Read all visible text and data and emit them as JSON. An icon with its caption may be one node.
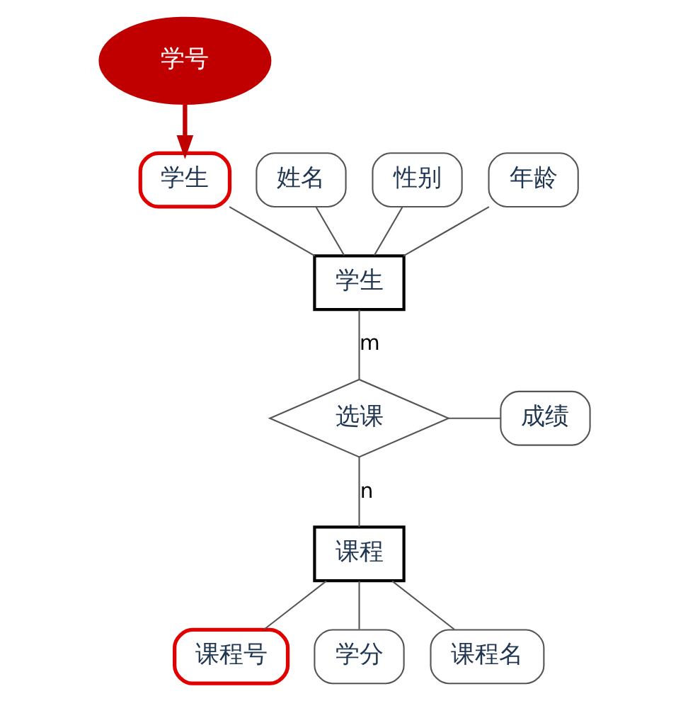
{
  "diagram": {
    "nodes": [
      {
        "text": [
          "学号"
        ]
      },
      {
        "text": [
          "学生"
        ]
      },
      {
        "text": [
          "姓名"
        ]
      },
      {
        "text": [
          "性别"
        ]
      },
      {
        "text": [
          "年龄"
        ]
      },
      {
        "text": [
          "学生"
        ]
      },
      {
        "text": [
          "选课"
        ]
      },
      {
        "text": [
          "成绩"
        ]
      },
      {
        "text": [
          "课程"
        ]
      },
      {
        "text": [
          "课程号"
        ]
      },
      {
        "text": [
          "学分"
        ]
      },
      {
        "text": [
          "课程名"
        ]
      }
    ],
    "edges": [
      {
        "from": 0,
        "to": 1,
        "arrow": "to",
        "style": "thick",
        "color": "#c00000"
      },
      {
        "from": 1,
        "to": 5,
        "arrow": "none"
      },
      {
        "from": 2,
        "to": 5,
        "arrow": "none"
      },
      {
        "from": 3,
        "to": 5,
        "arrow": "none"
      },
      {
        "from": 4,
        "to": 5,
        "arrow": "none"
      },
      {
        "from": 5,
        "to": 6,
        "label": "m",
        "arrow": "none"
      },
      {
        "from": 6,
        "to": 7,
        "arrow": "none"
      },
      {
        "from": 6,
        "to": 8,
        "label": "n",
        "arrow": "none"
      },
      {
        "from": 8,
        "to": 9,
        "arrow": "none"
      },
      {
        "from": 8,
        "to": 10,
        "arrow": "none"
      },
      {
        "from": 8,
        "to": 11,
        "arrow": "none"
      }
    ]
  }
}
